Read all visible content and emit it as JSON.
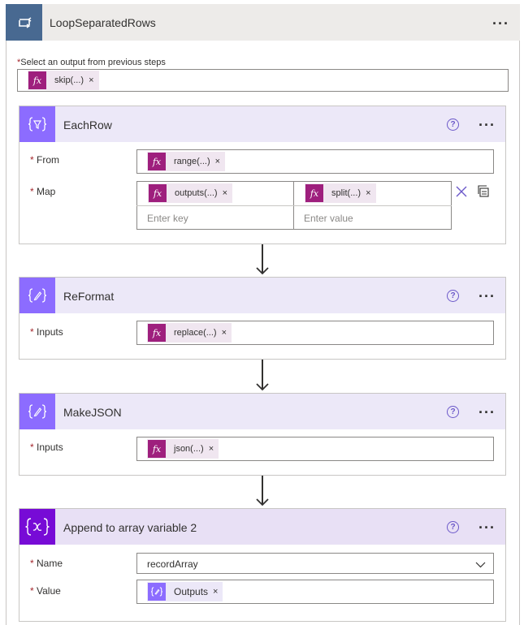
{
  "outer": {
    "title": "LoopSeparatedRows",
    "more": "···"
  },
  "select_output": {
    "label": "Select an output from previous steps",
    "token": "skip(...)"
  },
  "each_row": {
    "title": "EachRow",
    "from_label": "From",
    "from_token": "range(...)",
    "map_label": "Map",
    "map_key_token": "outputs(...)",
    "map_value_token": "split(...)",
    "key_placeholder": "Enter key",
    "value_placeholder": "Enter value"
  },
  "reformat": {
    "title": "ReFormat",
    "inputs_label": "Inputs",
    "token": "replace(...)"
  },
  "make_json": {
    "title": "MakeJSON",
    "inputs_label": "Inputs",
    "token": "json(...)"
  },
  "append": {
    "title": "Append to array variable 2",
    "name_label": "Name",
    "name_value": "recordArray",
    "value_label": "Value",
    "value_token": "Outputs"
  },
  "common": {
    "required": "*",
    "help": "?",
    "more": "···",
    "remove": "×",
    "fx": "fx"
  },
  "colors": {
    "loop": "#486991",
    "compose": "#8c6cff",
    "variable": "#770bd6",
    "expression": "#9e1f7d"
  }
}
